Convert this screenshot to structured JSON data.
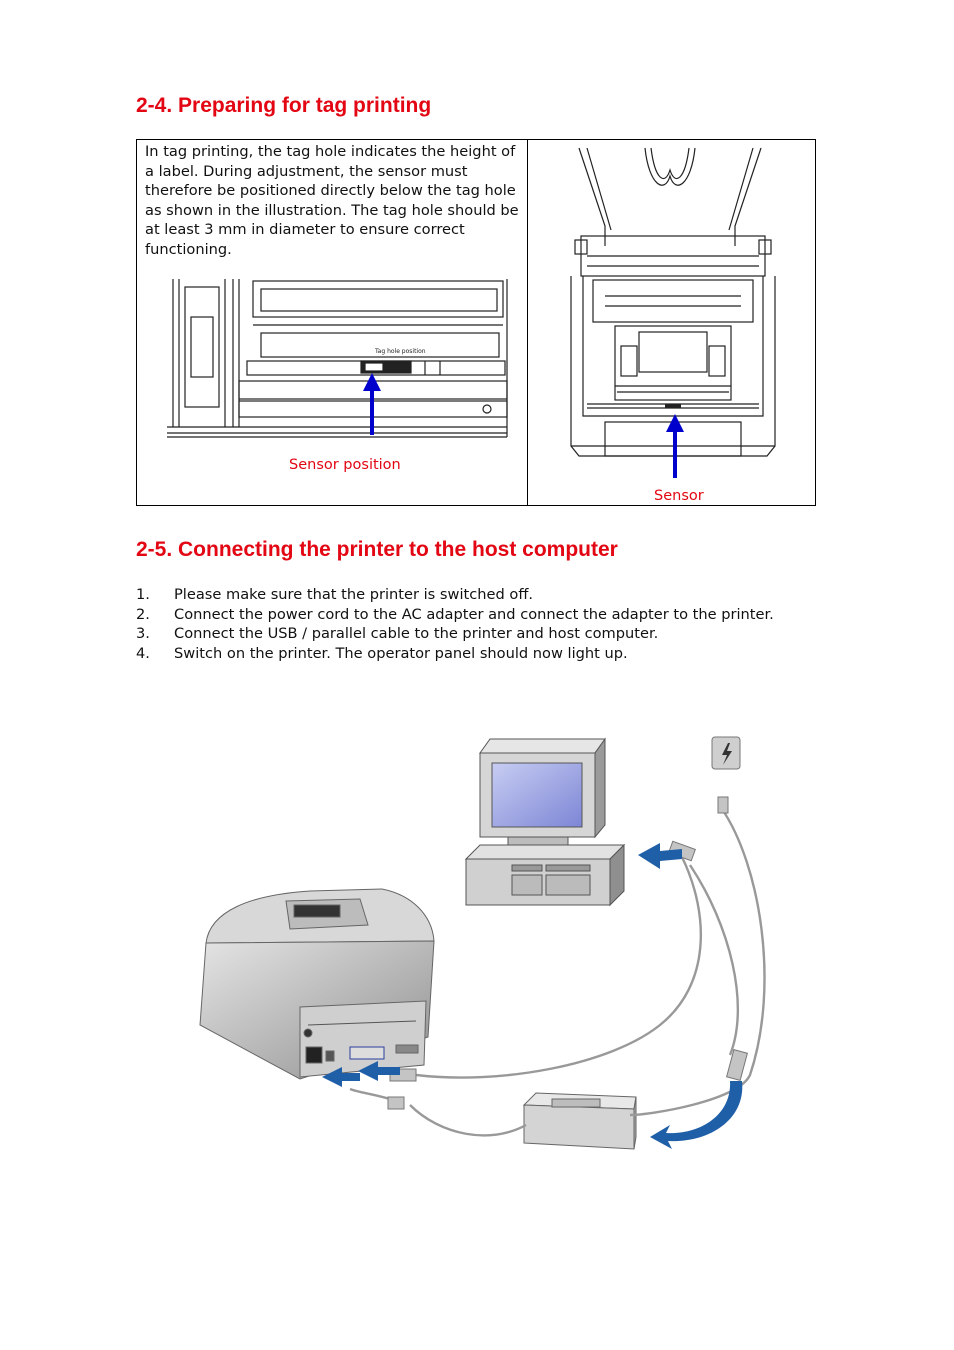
{
  "section_24": {
    "title": "2-4. Preparing for tag printing",
    "paragraph": "In tag printing, the tag hole indicates the height of a label. During adjustment, the sensor must therefore be positioned directly below the tag hole as shown in the illustration. The tag hole should be at least 3 mm in diameter to ensure correct functioning.",
    "figure_label": "Tag hole position",
    "caption_left": "Sensor position",
    "caption_right": "Sensor"
  },
  "section_25": {
    "title": "2-5. Connecting the printer to the host computer",
    "steps": [
      {
        "num": "1.",
        "text": "Please make sure that the printer is switched off."
      },
      {
        "num": "2.",
        "text": "Connect the power cord to the AC adapter and connect the adapter to the printer."
      },
      {
        "num": "3.",
        "text": "Connect the USB / parallel cable to the printer and host computer."
      },
      {
        "num": "4.",
        "text": "Switch on the printer. The operator panel should now light up."
      }
    ]
  },
  "colors": {
    "heading": "#e30613",
    "arrow": "#0000cc",
    "cable_arrow": "#1f5fa8"
  },
  "icons": [
    "power-outlet-icon",
    "computer-illustration",
    "printer-illustration",
    "ac-adapter-illustration"
  ]
}
